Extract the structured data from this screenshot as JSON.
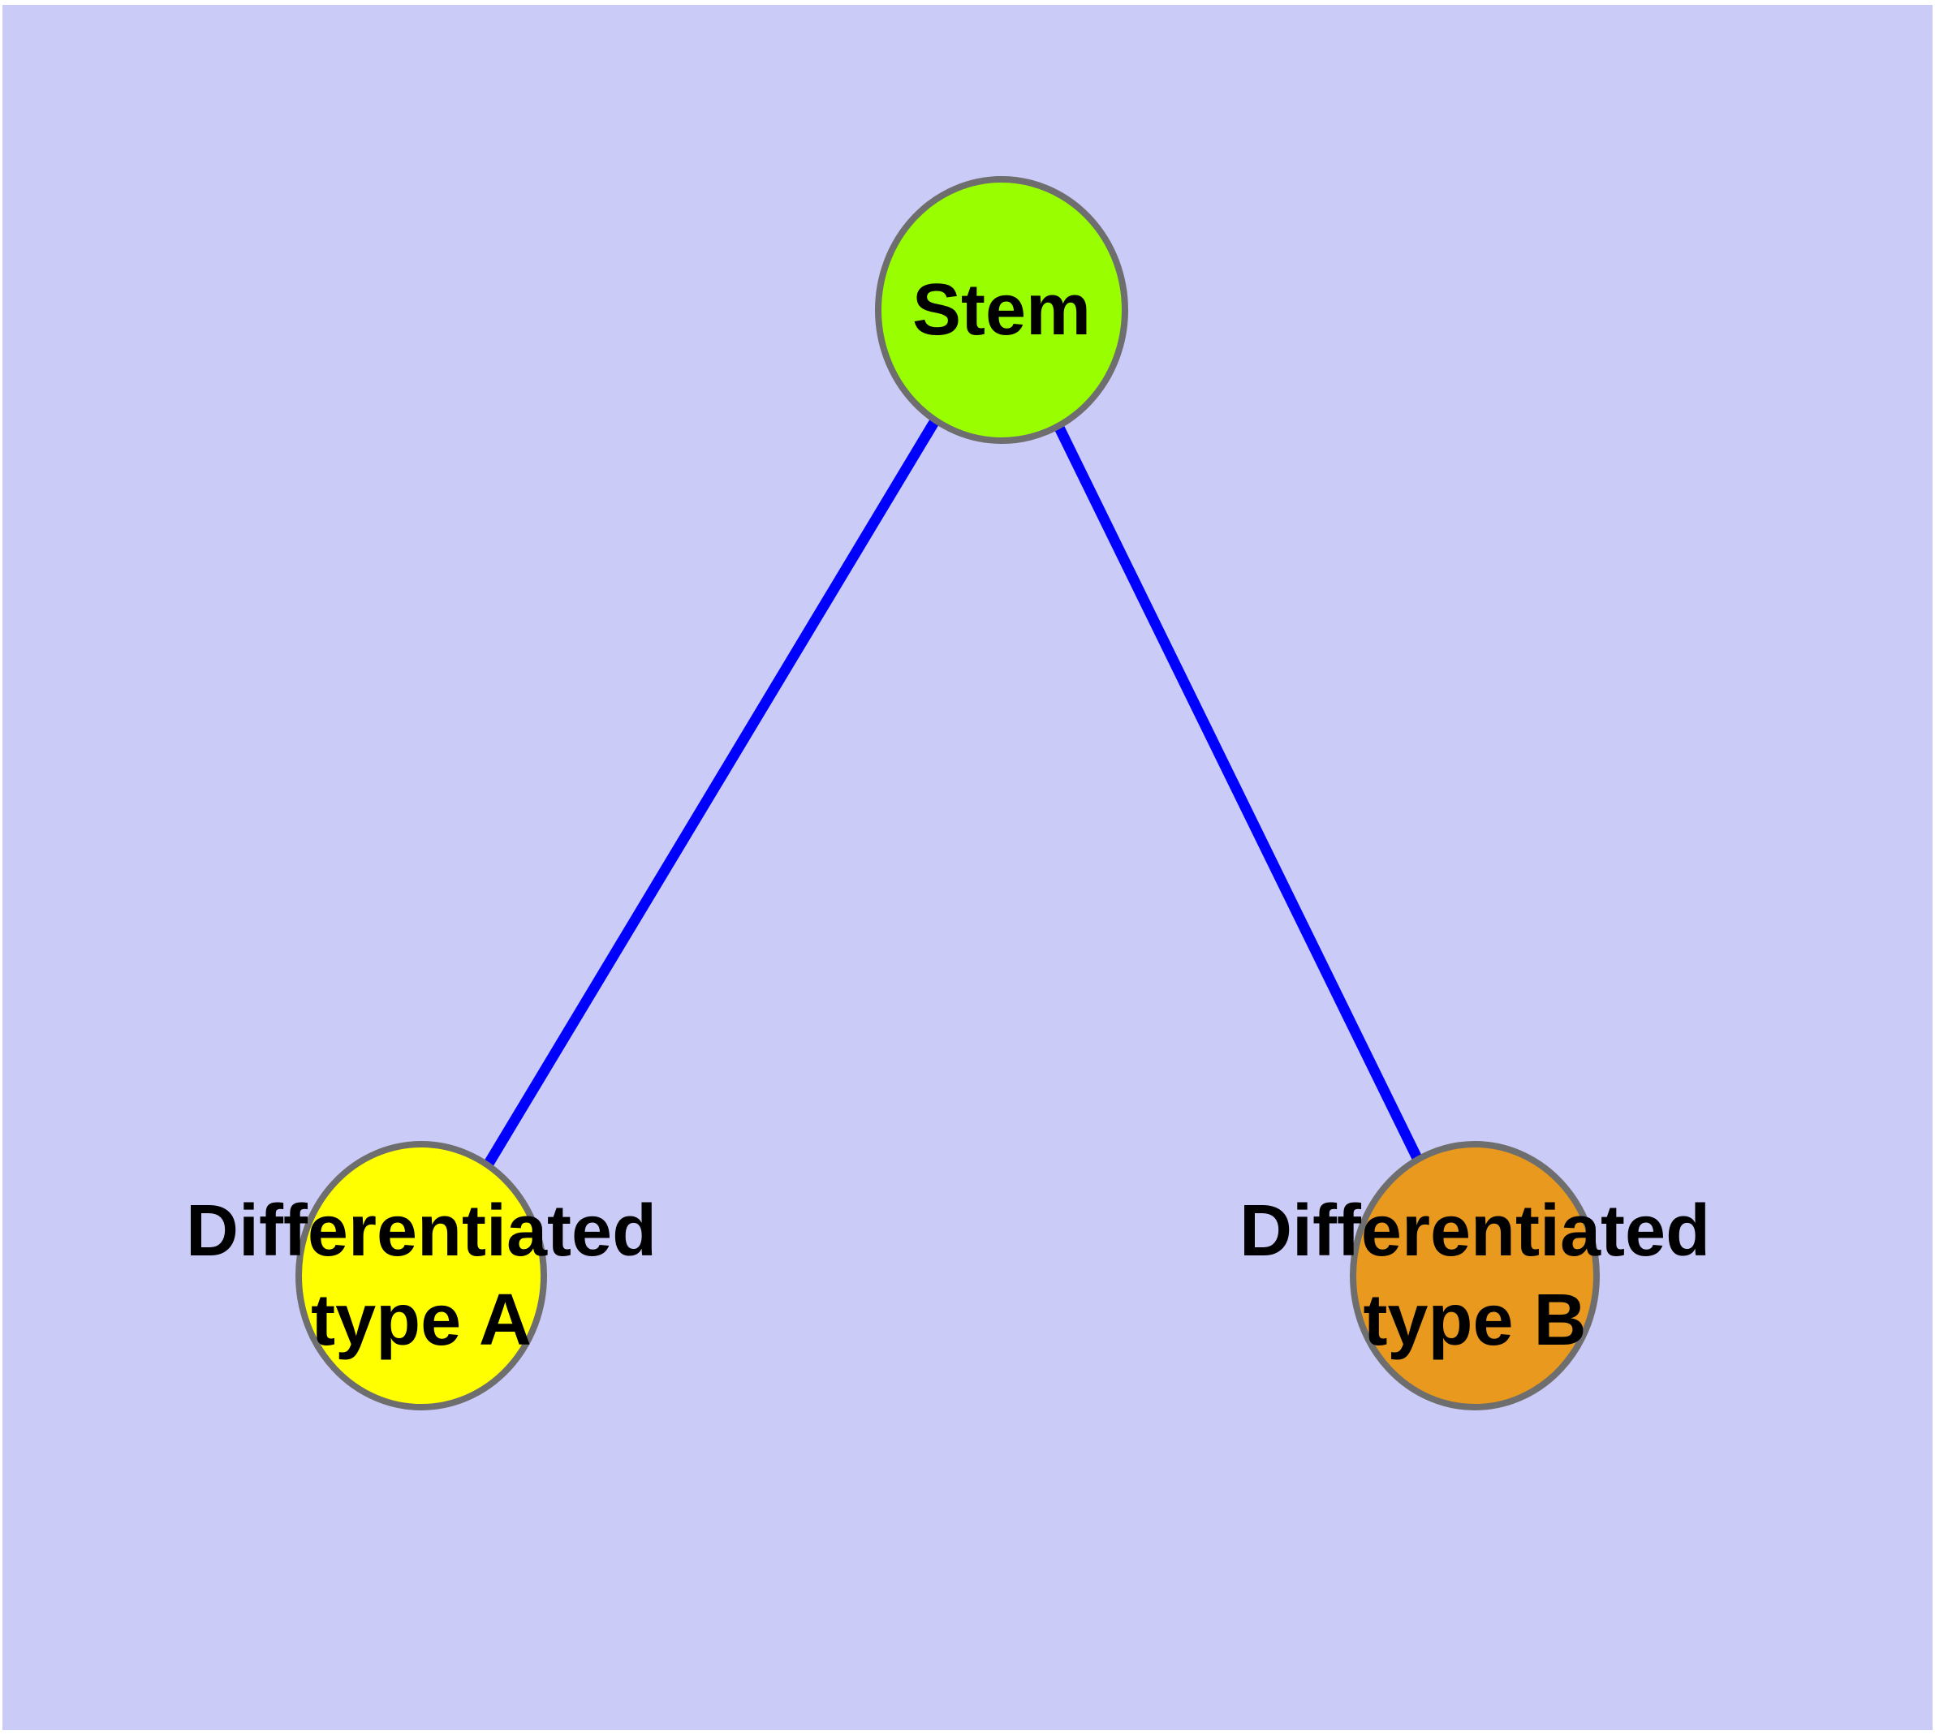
{
  "diagram": {
    "kind": "node-link-graph",
    "background_color": "#CBCBF7",
    "page_margin_color": "#FFFFFF",
    "edge_color": "#0000FF",
    "node_border_color": "#6E6E6E",
    "label_color": "#000000",
    "nodes": [
      {
        "id": "stem",
        "label": "Stem",
        "label_lines": [
          "Stem"
        ],
        "color": "#99FF00"
      },
      {
        "id": "differentiated-type-a",
        "label": "Differentiated type A",
        "label_lines": [
          "Differentiated",
          "type A"
        ],
        "color": "#FFFF00"
      },
      {
        "id": "differentiated-type-b",
        "label": "Differentiated type B",
        "label_lines": [
          "Differentiated",
          "type B"
        ],
        "color": "#E8991E"
      }
    ],
    "edges": [
      {
        "from": "Stem",
        "to": "Differentiated type A"
      },
      {
        "from": "Stem",
        "to": "Differentiated type B"
      }
    ]
  }
}
